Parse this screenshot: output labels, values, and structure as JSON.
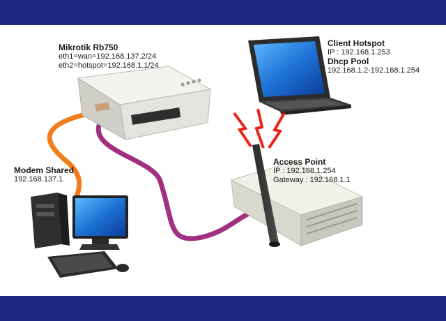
{
  "router": {
    "title": "Mikrotik Rb750",
    "line1": "eth1=wan=192.168.137.2/24",
    "line2": "eth2=hotspot=192.168.1.1/24"
  },
  "client": {
    "title": "Client Hotspot",
    "ip": "IP : 192.168.1.253",
    "pool_title": "Dhcp Pool",
    "pool_range": "192.168.1.2-192.168.1.254"
  },
  "modem": {
    "title": "Modem Shared",
    "ip": "192.168.137.1"
  },
  "access_point": {
    "title": "Access Point",
    "ip": "IP : 192.168.1.254",
    "gateway": "Gateway : 192.168.1.1"
  },
  "colors": {
    "band": "#1c2a86",
    "cable_wan": "#f07d1a",
    "cable_lan": "#a0307f",
    "signal": "#e8241b"
  }
}
